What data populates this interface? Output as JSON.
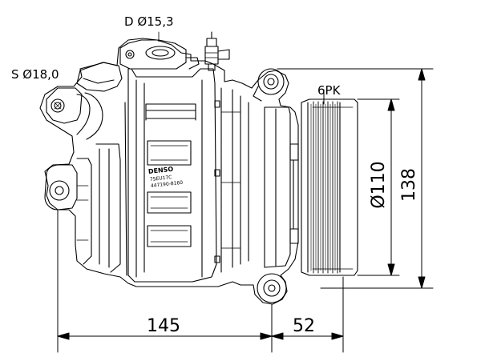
{
  "labels": {
    "discharge_port": "D Ø15,3",
    "suction_port": "S Ø18,0",
    "belt_profile": "6PK",
    "pulley_diameter": "Ø110",
    "overall_height": "138",
    "body_length": "145",
    "pulley_offset": "52"
  },
  "nameplate": {
    "brand": "DENSO",
    "line1": "7SEU17C",
    "line2": "447190-8160"
  }
}
